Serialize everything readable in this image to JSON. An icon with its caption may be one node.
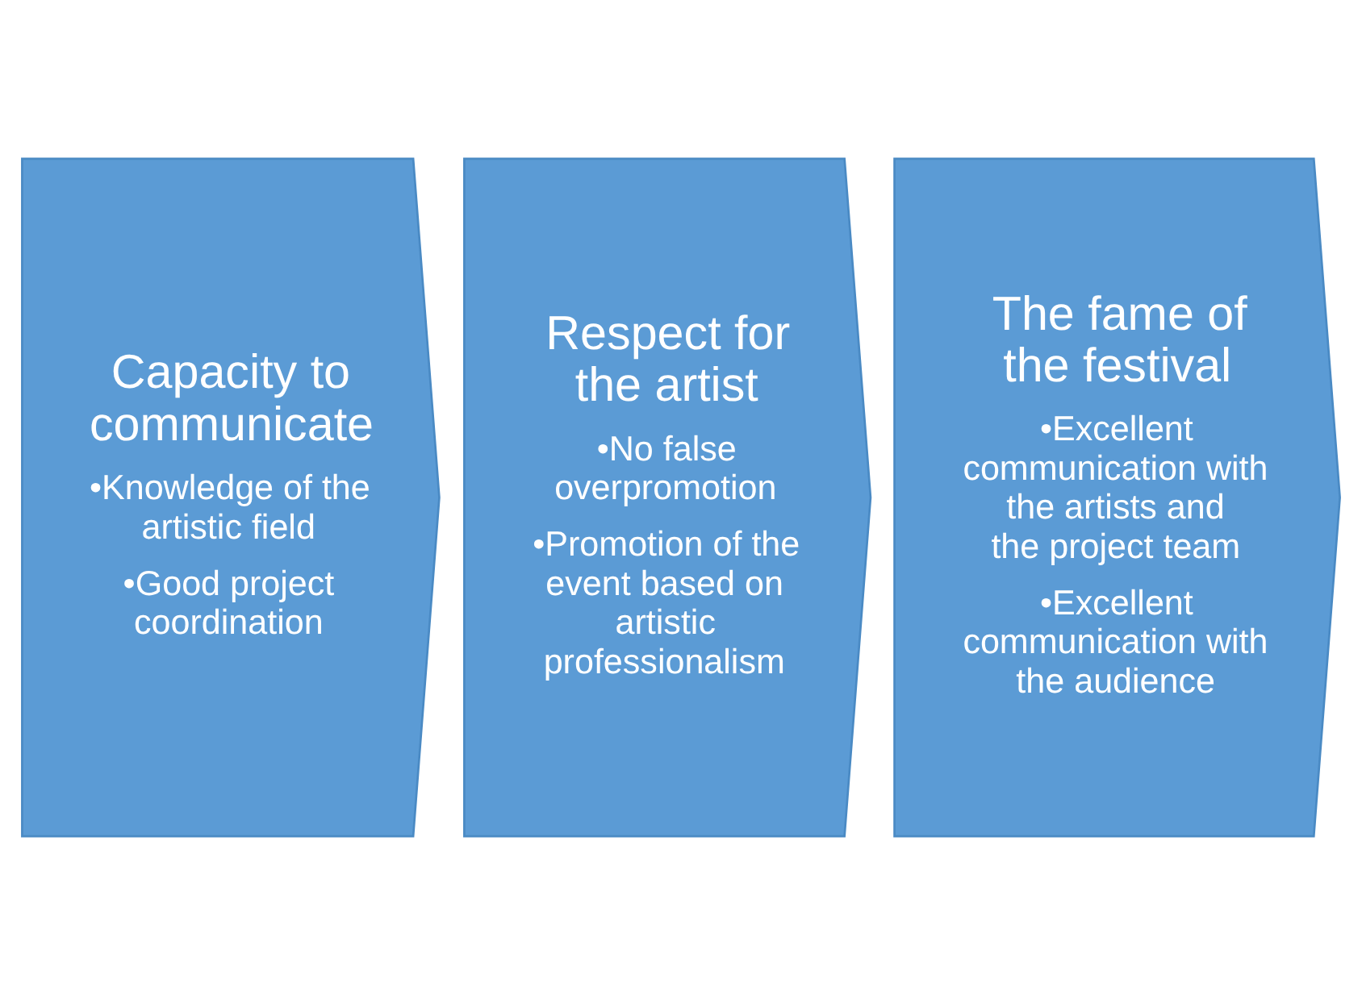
{
  "diagram": {
    "nodes": [
      {
        "text": [
          "Capacity to communicate",
          "•Knowledge of the artistic field",
          "•Good project coordination"
        ]
      },
      {
        "text": [
          "Respect for the artist",
          "•No false overpromotion",
          "•Promotion of the event based on artistic professionalism"
        ]
      },
      {
        "text": [
          "The fame of the festival",
          "•Excellent communication with the artists and the project team",
          "•Excellent communication with the audience"
        ]
      }
    ]
  }
}
